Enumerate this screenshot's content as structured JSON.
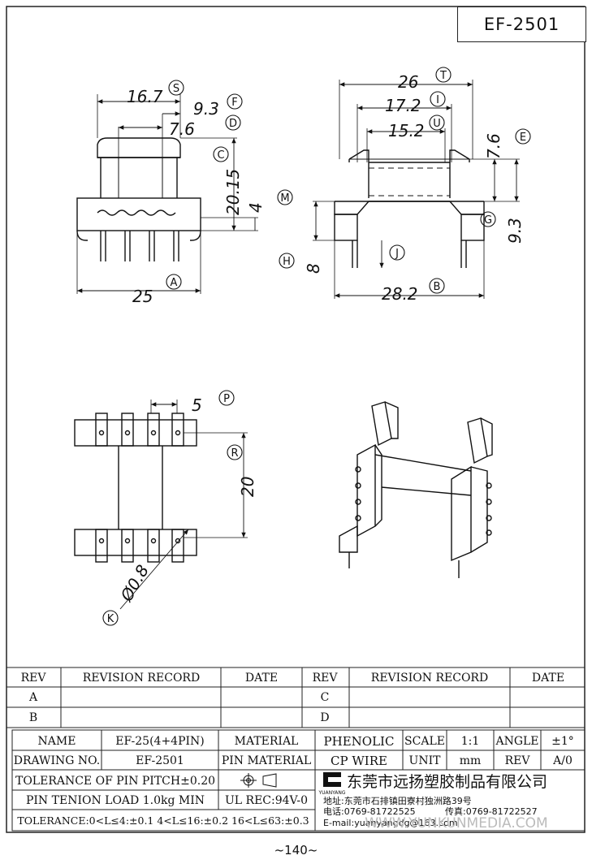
{
  "drawing_code": "EF-2501",
  "page_number": "~140~",
  "dimensions": {
    "d16_7": "16.7",
    "d9_3a": "9.3",
    "d7_6a": "7.6",
    "d20_15": "20.15",
    "d4": "4",
    "d25": "25",
    "d26": "26",
    "d17_2": "17.2",
    "d15_2": "15.2",
    "d7_6b": "7.6",
    "d9_3b": "9.3",
    "d8": "8",
    "d28_2": "28.2",
    "d5": "5",
    "d20": "20",
    "d0_8": "Ø0.8"
  },
  "callouts": {
    "A": "A",
    "B": "B",
    "C": "C",
    "D": "D",
    "E": "E",
    "F": "F",
    "G": "G",
    "H": "H",
    "I": "I",
    "J": "J",
    "K": "K",
    "M": "M",
    "P": "P",
    "R": "R",
    "S": "S",
    "T": "T",
    "U": "U"
  },
  "revision_table": {
    "rev_header": "REV",
    "record_header": "REVISION RECORD",
    "date_header": "DATE",
    "rows_left": [
      "A",
      "B"
    ],
    "rows_right": [
      "C",
      "D"
    ]
  },
  "title_block": {
    "name_label": "NAME",
    "name_value": "EF-25(4+4PIN)",
    "material_label": "MATERIAL",
    "material_value": "PHENOLIC",
    "scale_label": "SCALE",
    "scale_value": "1:1",
    "angle_label": "ANGLE",
    "angle_value": "±1°",
    "drawing_no_label": "DRAWING NO.",
    "drawing_no_value": "EF-2501",
    "pin_material_label": "PIN MATERIAL",
    "pin_material_value": "CP WIRE",
    "unit_label": "UNIT",
    "unit_value": "mm",
    "rev_label": "REV",
    "rev_value": "A/0",
    "pin_pitch_tolerance": "TOLERANCE OF PIN PITCH±0.20",
    "pin_tension": "PIN TENION LOAD 1.0kg MIN",
    "ul_rec": "UL REC:94V-0",
    "tolerance": "TOLERANCE:0<L≤4:±0.1  4<L≤16:±0.2  16<L≤63:±0.3",
    "company_name": "东莞市远扬塑胶制品有限公司",
    "logo_text": "YUANYANG",
    "address": "地址:东莞市石排镇田寮村独洲路39号",
    "phone": "电话:0769-81722525",
    "fax": "传真:0769-81722527",
    "email": "E-mail:yuanyangdg@163.com",
    "watermark": "WWW.YUNKUNMEDIA.COM"
  }
}
